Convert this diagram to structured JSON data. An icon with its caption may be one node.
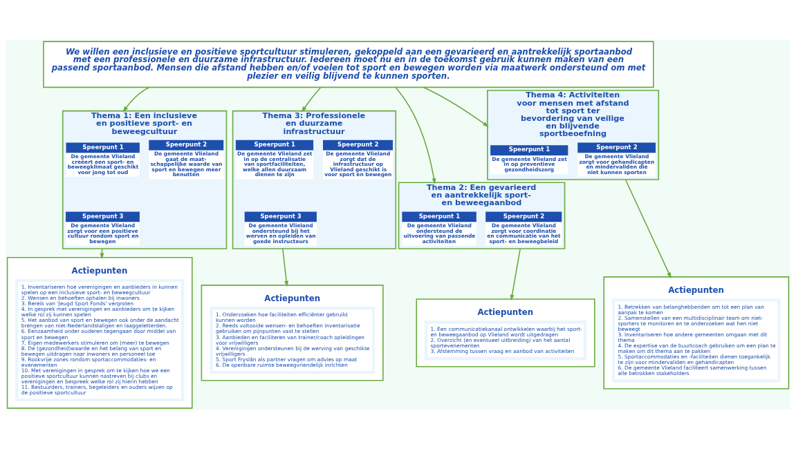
{
  "diagram": {
    "nodes": [
      {
        "text": [
          "We willen een inclusieve en positieve sportcultuur stimuleren, gekoppeld aan een gevarieerd en aantrekkelijk sportaanbod met een professionele en duurzame infrastructuur. Iedereen moet nu en in de toekomst gebruik kunnen maken van een passend sportaanbod. Mensen die afstand hebben en/of voelen tot sport en bewegen worden via maatwerk ondersteund om met plezier en veilig blijvend te kunnen sporten."
        ]
      },
      {
        "text": [
          "Thema 1: Een inclusieve en positieve sport- en beweegcultuur"
        ]
      },
      {
        "text": [
          "Speerpunt 1",
          "De gemeente Vlieland creëert een sport- en beweegklimaat geschikt voor jong tot oud"
        ],
        "in": 1
      },
      {
        "text": [
          "Speerpunt 2",
          "De gemeente Vlieland gaat de maat-schappelijke waarde van sport en bewegen meer benutten"
        ],
        "in": 1
      },
      {
        "text": [
          "Speerpunt 3",
          "De gemeente Vlieland zorgt voor een positieve cultuur rondom sport en bewegen"
        ],
        "in": 1
      },
      {
        "text": [
          "Thema 2: Een gevarieerd en aantrekkelijk sport- en beweegaanbod"
        ]
      },
      {
        "text": [
          "Speerpunt 1",
          "De gemeente Vlieland ondersteund de uitvoering van passende activiteiten"
        ],
        "in": 5
      },
      {
        "text": [
          "Speerpunt 2",
          "De gemeente Vlieland zorgt voor coordinatie en communicatie van het sport- en beweegbeleid"
        ],
        "in": 5
      },
      {
        "text": [
          "Thema 3: Professionele en duurzame infrastructuur"
        ]
      },
      {
        "text": [
          "Speerpunt 1",
          "De gemeente Vlieland zet in op de centralisatie van sportfaciliteiten, welke allen duurzaam dienen te zijn"
        ],
        "in": 8
      },
      {
        "text": [
          "Speerpunt 2",
          "De gemeente Vlieland zorgt dat de infrastructuur op Vlieland geschikt is voor sport en bewegen"
        ],
        "in": 8
      },
      {
        "text": [
          "Speerpunt 3",
          "De gemeente Vlieland ondersteund bij het werven en opleiden van goede instructeurs"
        ],
        "in": 8
      },
      {
        "text": [
          "Thema 4: Activiteiten voor mensen met afstand tot sport ter bevordering van veilige en blijvende sportbeoefning"
        ]
      },
      {
        "text": [
          "Speerpunt 1",
          "De gemeente Vlieland zet in op preventieve gezondheidszorg"
        ],
        "in": 12
      },
      {
        "text": [
          "Speerpunt 2",
          "De gemeente Vlieland zorgt voor gehandicapten en mindervaliden die niet kunnen sporten"
        ],
        "in": 12
      },
      {
        "text": [
          "Actiepunten",
          "1. Inventariseren hoe verenigingen en aanbieders in kunnen spelen op een inclusieve sport- en beweegcultuur",
          "2. Wensen en behoeften ophalen bij inwoners",
          "3. Bereik van 'Jeugd Sport Fonds' vergroten",
          "4. In gesprek met verenigingen en aanbieders om te kijken welke rol zij kunnen spelen",
          "5. Het aanbod van sport en bewegen ook onder de aandacht brengen van niet-Nederlandstaligen en laaggeletterden.",
          "6. Eenzaamheid onder ouderen tegengaan door middel van sport en bewegen",
          "7. Eigen medewerkers stimuleren om (meer) te bewegen",
          "8. De (gezondheid)waarde en het belang van sport en bewegen uitdragen naar inwoners en personeel toe",
          "9. Rookvrije zones rondom sportaccommodaties- en evenementen",
          "10. Met verenigingen in gesprek om te kijken hoe we een positieve sportcultuur kunnen nastreven bij clubs en verenigingen en bespreek welke rol zij hierin hebben",
          "11. Bestuurders, trainers, begeleiders en ouders wijzen op de positieve sportcultuur"
        ]
      },
      {
        "text": [
          "Actiepunten",
          "1. Een communicatiekanaal ontwikkelen waarbij het sport- en beweegaanbod op Vlieland wordt uitgedragen",
          "2. Overzicht (en eventueel uitbreiding) van het aantal sportevenementen",
          "3. Afstemming tussen vraag en aanbod van activiteiten"
        ]
      },
      {
        "text": [
          "Actiepunten",
          "1. Onderzoeken hoe faciliteiten efficiënter gebruikt kunnen worden",
          "2. Reeds voltooide wensen- en behoeften inventarisatie gebruiken om pijnpunten vast te stellen",
          "3. Aanbieden en faciliteren van trainer/coach opleidingen voor vrijwilligers",
          "4. Verenigingen ondersteunen bij de werving van geschikte vrijwilligers",
          "5. Sport Fryslân als partner vragen om advies op maat",
          "6. De openbare ruimte beweegvriendelijk inrichten"
        ]
      },
      {
        "text": [
          "Actiepunten",
          "1. Betrekken van belanghebbenden om tot een plan van aanpak te komen",
          "2. Samenstellen van een multidisciplinair team om niet-sporters te monitoren en te onderzoeken wat hen niet beweegt",
          "3. Inventariseren hoe andere gemeenten omgaan met dit thema",
          "4. De expertise van de buurtcoach gebruiken om een plan te maken om dit thema aan te pakken",
          "5. Sportaccommodaties en -faciliteiten dienen toegankelijk te zijn voor mindervaliden en gehandicapten",
          "6. De gemeente Vlieland faciliteert samenwerking tussen alle betrokken stakeholders"
        ]
      }
    ],
    "edges": [
      {
        "from": 0,
        "to": 1,
        "arrow": "to"
      },
      {
        "from": 0,
        "to": 5,
        "arrow": "to"
      },
      {
        "from": 0,
        "to": 8,
        "arrow": "to"
      },
      {
        "from": 0,
        "to": 12,
        "arrow": "to"
      },
      {
        "from": 1,
        "to": 15,
        "arrow": "to"
      },
      {
        "from": 5,
        "to": 16,
        "arrow": "to"
      },
      {
        "from": 8,
        "to": 17,
        "arrow": "to"
      },
      {
        "from": 12,
        "to": 18,
        "arrow": "to"
      }
    ]
  }
}
